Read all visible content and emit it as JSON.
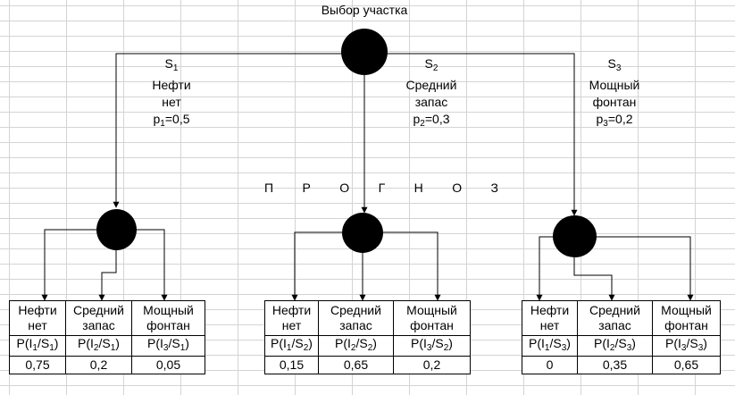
{
  "title": "Выбор участка",
  "forecast_label": "П Р О Г Н О З",
  "forecast_letters": [
    "П",
    "Р",
    "О",
    "Г",
    "Н",
    "О",
    "З"
  ],
  "states": [
    {
      "s_main": "S",
      "s_sub": "1",
      "line1": "Нефти",
      "line2": "нет",
      "p_main": "p",
      "p_sub": "1",
      "p_val": "=0,5"
    },
    {
      "s_main": "S",
      "s_sub": "2",
      "line1": "Средний",
      "line2": "запас",
      "p_main": "p",
      "p_sub": "2",
      "p_val": "=0,3"
    },
    {
      "s_main": "S",
      "s_sub": "3",
      "line1": "Мощный",
      "line2": "фонтан",
      "p_main": "p",
      "p_sub": "3",
      "p_val": "=0,2"
    }
  ],
  "tables": [
    {
      "headers": [
        [
          "Нефти",
          "нет"
        ],
        [
          "Средний",
          "запас"
        ],
        [
          "Мощный",
          "фонтан"
        ]
      ],
      "probs": [
        {
          "i": "1",
          "s": "1"
        },
        {
          "i": "2",
          "s": "1"
        },
        {
          "i": "3",
          "s": "1"
        }
      ],
      "values": [
        "0,75",
        "0,2",
        "0,05"
      ]
    },
    {
      "headers": [
        [
          "Нефти",
          "нет"
        ],
        [
          "Средний",
          "запас"
        ],
        [
          "Мощный",
          "фонтан"
        ]
      ],
      "probs": [
        {
          "i": "1",
          "s": "2"
        },
        {
          "i": "2",
          "s": "2"
        },
        {
          "i": "3",
          "s": "2"
        }
      ],
      "values": [
        "0,15",
        "0,65",
        "0,2"
      ]
    },
    {
      "headers": [
        [
          "Нефти",
          "нет"
        ],
        [
          "Средний",
          "запас"
        ],
        [
          "Мощный",
          "фонтан"
        ]
      ],
      "probs": [
        {
          "i": "1",
          "s": "3"
        },
        {
          "i": "2",
          "s": "3"
        },
        {
          "i": "3",
          "s": "3"
        }
      ],
      "values": [
        "0",
        "0,35",
        "0,65"
      ]
    }
  ],
  "colors": {
    "line": "#000000",
    "node": "#000000",
    "grid": "#d4d4d4"
  }
}
